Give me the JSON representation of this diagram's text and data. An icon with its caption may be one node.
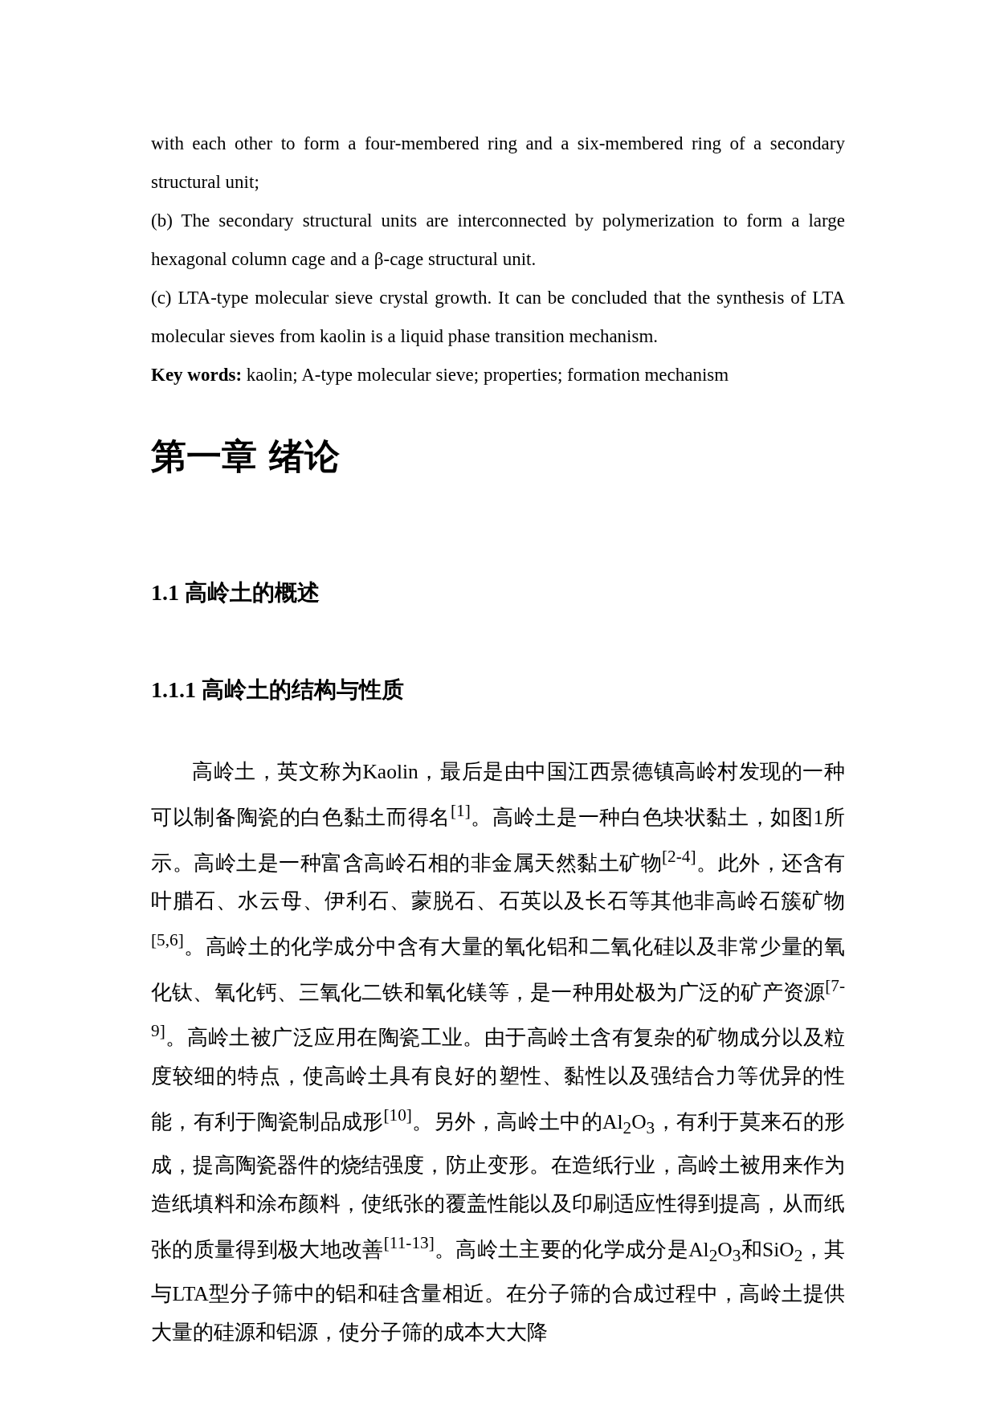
{
  "diagram": {
    "labels": [
      "with each other to form a four-membered ring and a six-membered ring of a secondary structural unit;",
      "(b) The secondary structural units are interconnected by polymerization to form a large hexagonal column cage and a β-cage structural unit.",
      "(c) LTA-type molecular sieve crystal growth. It can be concluded that the synthesis of LTA molecular sieves from kaolin is a liquid phase transition mechanism.",
      "**Key words:** kaolin; A-type molecular sieve; properties; formation mechanism",
      "第一章 绪论",
      "1.1 高岭土的概述",
      "1.1.1 高岭土的结构与性质",
      "高岭土，英文称为Kaolin，最后是由中国江西景德镇高岭村发现的一种可以制备陶瓷的白色黏土而得名$^{[1]}$。高岭土是一种白色块状黏土，如图1所示。高岭土是一种富含高岭石相的非金属天然黏土矿物$^{[2-4]}$。此外，还含有叶腊石、水云母、伊利石、蒙脱石、石英以及长石等其他非高岭石簇矿物$^{[5,6]}$。高岭土的化学成分中含有大量的氧化铝和二氧化硅以及非常少量的氧化钛、氧化钙、三氧化二铁和氧化镁等，是一种用处极为广泛的矿产资源$^{[7-9]}$。高岭土被广泛应用在陶瓷工业。由于高岭土含有复杂的矿物成分以及粒度较细的特点，使高岭土具有良好的塑性、黏性以及强结合力等优异的性能，有利于陶瓷制品成形$^{[10]}$。另外，高岭土中的Al$_{2}$O$_{3}$，有利于莫来石的形成，提高陶瓷器件的烧结强度，防止变形。在造纸行业，高岭土被用来作为造纸填料和涂布颜料，使纸张的覆盖性能以及印刷适应性得到提高，从而纸张的质量得到极大地改善$^{[11-13]}$。高岭土主要的化学成分是Al$_{2}$O$_{3}$和SiO$_{2}$，其与LTA型分子筛中的铝和硅含量相近。在分子筛的合成过程中，高岭土提供大量的硅源和铝源，使分子筛的成本大大降"
    ]
  }
}
